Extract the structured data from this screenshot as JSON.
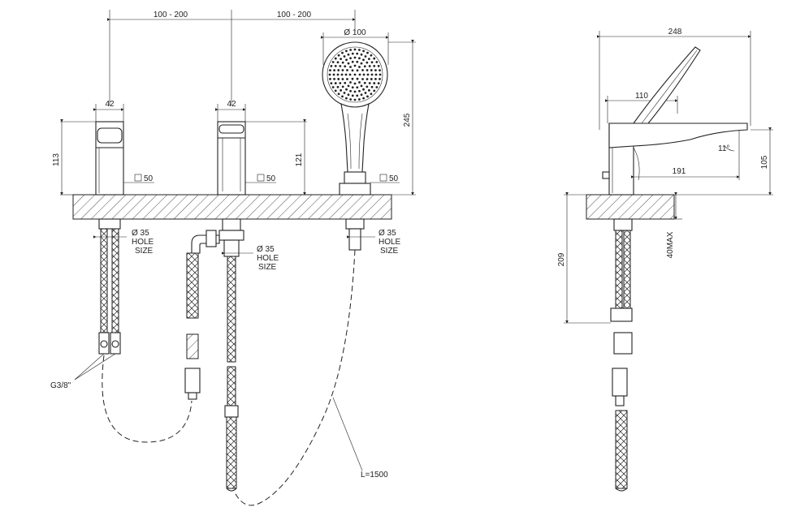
{
  "dimensions": {
    "span_left": "100 - 200",
    "span_right": "100 - 200",
    "diameter_handshower": "Ø 100",
    "width_left_body": "42",
    "width_center_body": "42",
    "height_left_body": "113",
    "height_center_body": "121",
    "height_handshower": "245",
    "flange_left": "50",
    "flange_center": "50",
    "flange_right": "50",
    "side_total_length": "248",
    "side_body_length": "110",
    "side_spout_reach": "191",
    "side_height": "105",
    "side_angle": "11°",
    "side_below_deck": "209",
    "side_deck_thickness": "40MAX"
  },
  "hole_labels": [
    {
      "dia": "Ø 35",
      "line1": "HOLE",
      "line2": "SIZE"
    },
    {
      "dia": "Ø 35",
      "line1": "HOLE",
      "line2": "SIZE"
    },
    {
      "dia": "Ø 35",
      "line1": "HOLE",
      "line2": "SIZE"
    }
  ],
  "connection_label": "G3/8\"",
  "hose_length_label": "L=1500"
}
